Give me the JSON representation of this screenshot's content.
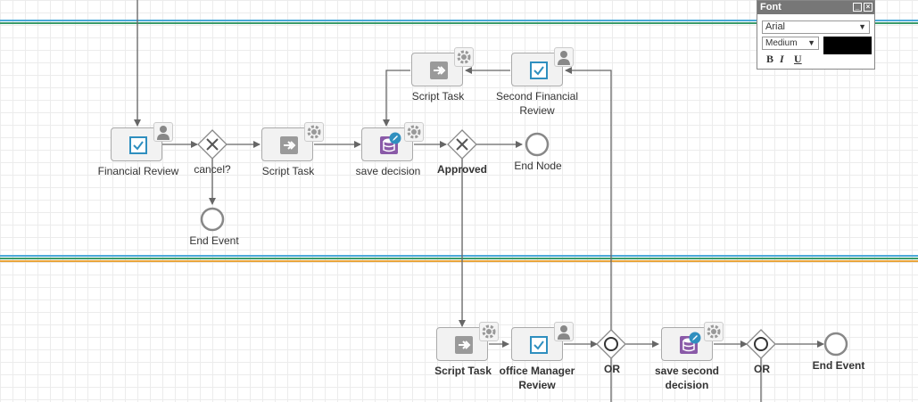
{
  "diagram": {
    "labels": {
      "financial_review": "Financial Review",
      "cancel_gateway": "cancel?",
      "script_task_1": "Script Task",
      "save_decision": "save decision",
      "approved_gateway": "Approved",
      "end_node": "End Node",
      "end_event_1": "End Event",
      "script_task_2": "Script Task",
      "second_financial_review": "Second Financial Review",
      "script_task_3": "Script Task",
      "office_manager_review": "office Manager Review",
      "or_gateway_1": "OR",
      "save_second_decision": "save second decision",
      "or_gateway_2": "OR",
      "end_event_2": "End Event"
    }
  },
  "font_panel": {
    "title": "Font",
    "font_family": "Arial",
    "font_size": "Medium",
    "color": "#000000",
    "bold_label": "B",
    "italic_label": "I",
    "underline_label": "U"
  },
  "colors": {
    "lane_blue": "#4aa8d8",
    "lane_green": "#3a9a6a",
    "lane_orange": "#e8a43a",
    "check_blue": "#2f8fbf",
    "database_purple": "#8a5aa8"
  }
}
